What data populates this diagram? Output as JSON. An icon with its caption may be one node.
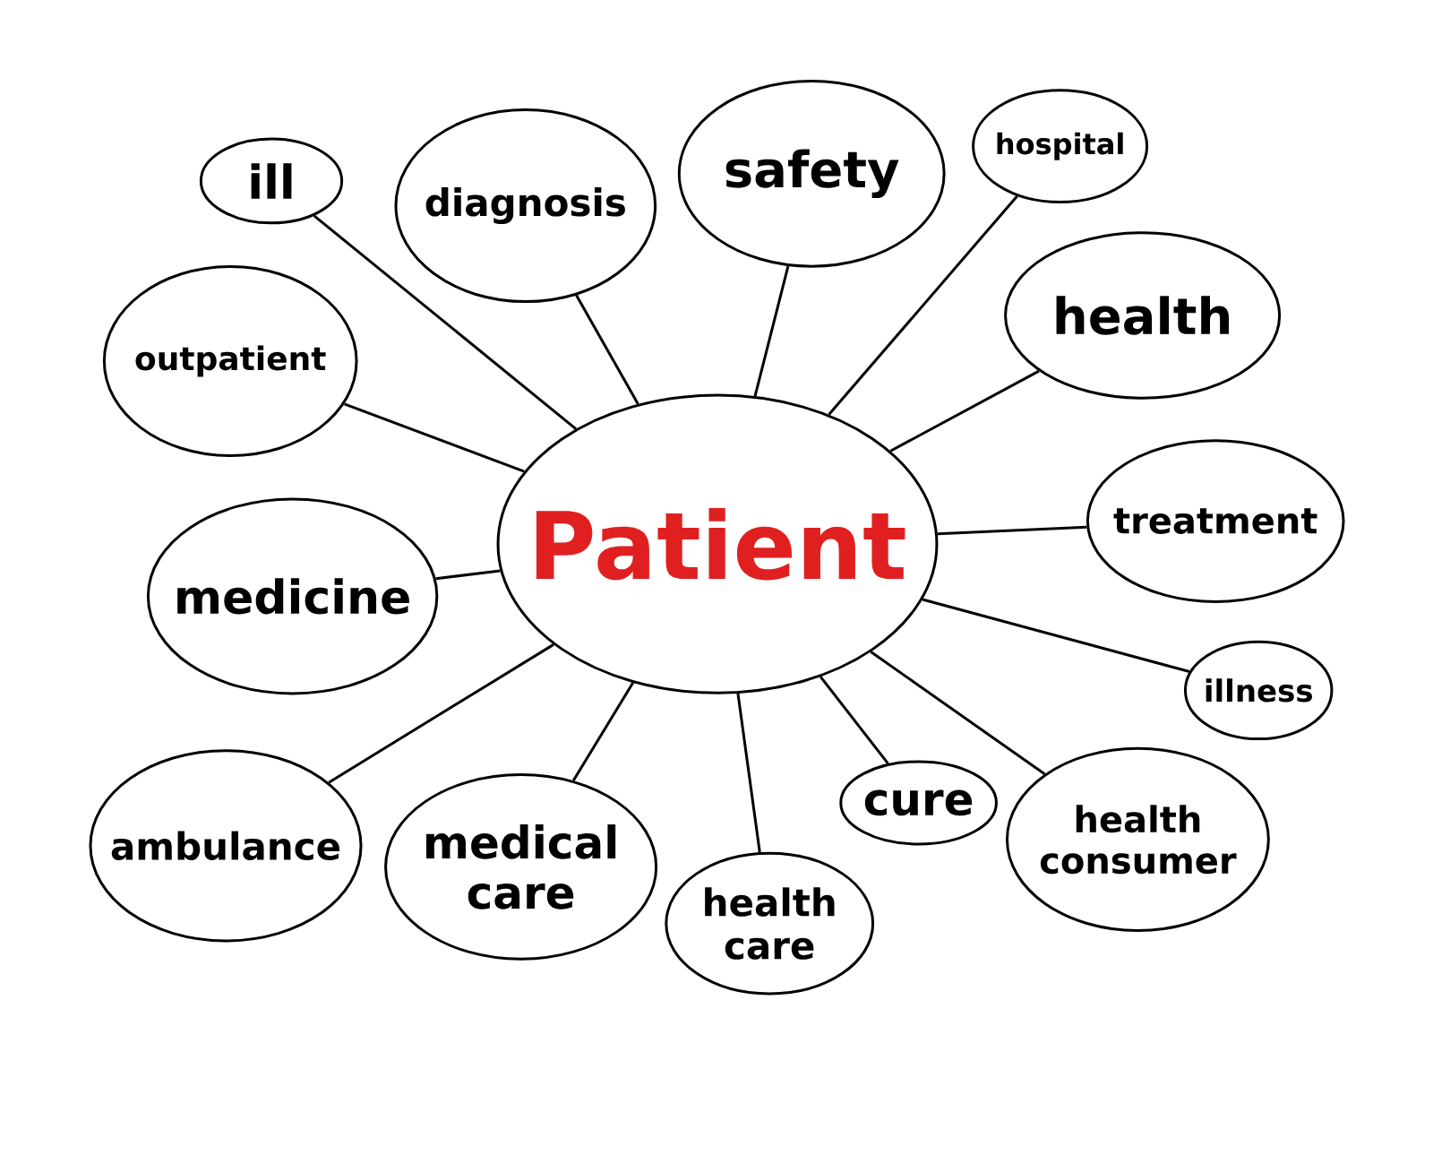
{
  "diagram": {
    "nodes": [
      {
        "text": [
          "Patient"
        ]
      },
      {
        "text": [
          "ill"
        ]
      },
      {
        "text": [
          "diagnosis"
        ]
      },
      {
        "text": [
          "safety"
        ]
      },
      {
        "text": [
          "hospital"
        ]
      },
      {
        "text": [
          "health"
        ]
      },
      {
        "text": [
          "outpatient"
        ]
      },
      {
        "text": [
          "treatment"
        ]
      },
      {
        "text": [
          "medicine"
        ]
      },
      {
        "text": [
          "illness"
        ]
      },
      {
        "text": [
          "ambulance"
        ]
      },
      {
        "text": [
          "medical care"
        ]
      },
      {
        "text": [
          "cure"
        ]
      },
      {
        "text": [
          "health care"
        ]
      },
      {
        "text": [
          "health consumer"
        ]
      }
    ],
    "edges": [
      {
        "from": 0,
        "to": 1,
        "arrow": "none"
      },
      {
        "from": 0,
        "to": 2,
        "arrow": "none"
      },
      {
        "from": 0,
        "to": 3,
        "arrow": "none"
      },
      {
        "from": 0,
        "to": 4,
        "arrow": "none"
      },
      {
        "from": 0,
        "to": 5,
        "arrow": "none"
      },
      {
        "from": 0,
        "to": 6,
        "arrow": "none"
      },
      {
        "from": 0,
        "to": 7,
        "arrow": "none"
      },
      {
        "from": 0,
        "to": 8,
        "arrow": "none"
      },
      {
        "from": 0,
        "to": 9,
        "arrow": "none"
      },
      {
        "from": 0,
        "to": 10,
        "arrow": "none"
      },
      {
        "from": 0,
        "to": 11,
        "arrow": "none"
      },
      {
        "from": 0,
        "to": 12,
        "arrow": "none"
      },
      {
        "from": 0,
        "to": 13,
        "arrow": "none"
      },
      {
        "from": 0,
        "to": 14,
        "arrow": "none"
      }
    ]
  }
}
